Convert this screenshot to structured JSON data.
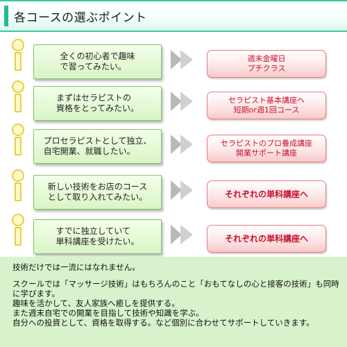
{
  "header": {
    "title": "各コースの選ぶポイント"
  },
  "rows": [
    {
      "left": "全くの初心者で趣味\nで習ってみたい。",
      "right": "週末金曜日\nプチクラス",
      "right_style": "normal"
    },
    {
      "left": "まずはセラピストの\n資格をとってみたい。",
      "right": "セラピスト基本講座へ\n短期or週1回コース",
      "right_style": "normal"
    },
    {
      "left": "プロセラピストとして独立、\n自宅開業、就職したい。",
      "right": "セラピストのプロ養成講座\n開業サポート講座",
      "right_style": "normal"
    },
    {
      "left": "新しい技術をお店のコース\nとして取り入れてみたい。",
      "right": "それぞれの単科講座へ",
      "right_style": "big"
    },
    {
      "left": "すでに独立していて\n単科講座を受けたい。",
      "right": "それぞれの単科講座へ",
      "right_style": "big"
    }
  ],
  "info": {
    "line1": "技術だけでは一流にはなれません。",
    "body": "スクールでは「マッサージ技術」はもちろんのこと「おもてなしの心と接客の技術」も同時に学びます。\n趣味を活かして、友人家族へ癒しを提供する。\nまた週末自宅での開業を目指して技術や知識を学ぶ。\n自分への投資として、資格を取得する。など個別に合わせてサポートしていきます。"
  }
}
